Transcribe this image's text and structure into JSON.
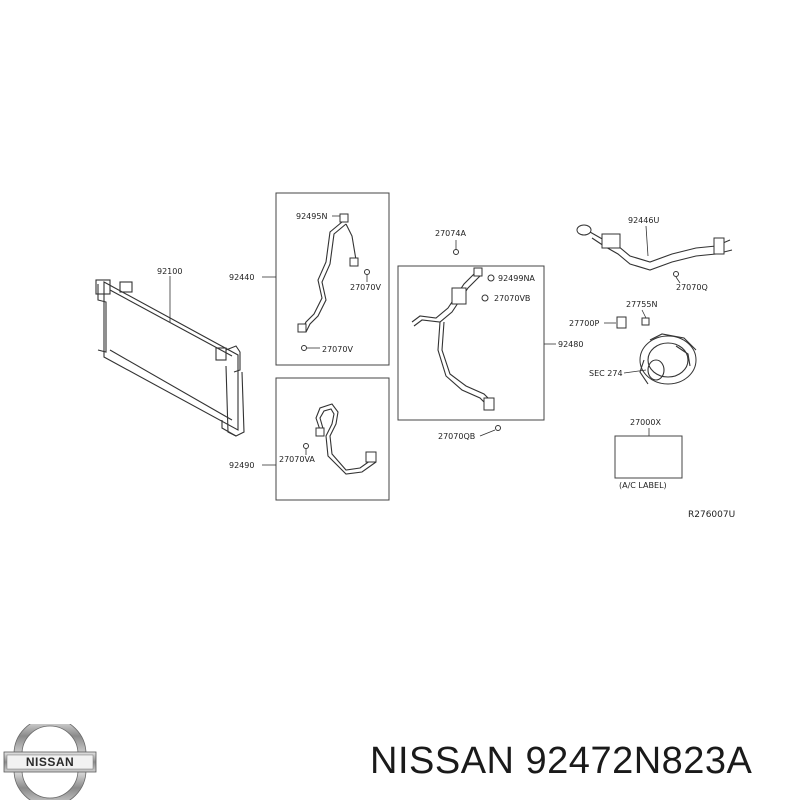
{
  "diagram": {
    "callouts": {
      "c92100": "92100",
      "c92440": "92440",
      "c92495N": "92495N",
      "c27070V_a": "27070V",
      "c27070V_b": "27070V",
      "c92490": "92490",
      "c27070VA": "27070VA",
      "c27074A": "27074A",
      "c92499NA": "92499NA",
      "c27070VB": "27070VB",
      "c92480": "92480",
      "c27070QB": "27070QB",
      "c92446U": "92446U",
      "c27070Q": "27070Q",
      "c27755N": "27755N",
      "c27700P": "27700P",
      "cSEC274": "SEC 274",
      "c27000X": "27000X",
      "cACLABEL": "(A/C LABEL)"
    },
    "reference_code": "R276007U"
  },
  "footer": {
    "brand_logo_text": "NISSAN",
    "part_title": "NISSAN 92472N823A"
  }
}
